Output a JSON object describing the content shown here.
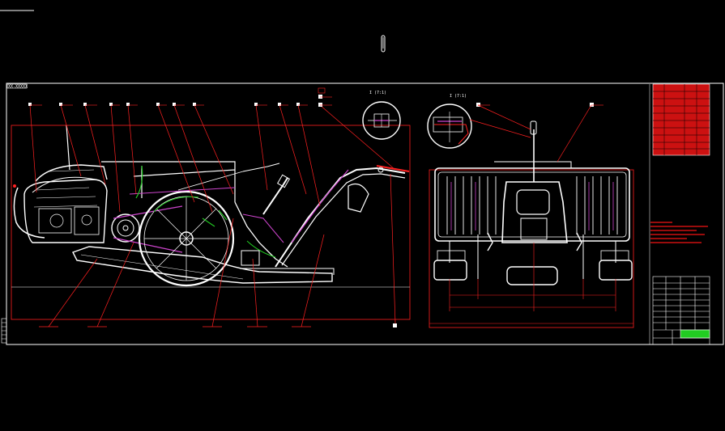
{
  "drawing": {
    "background": "#000000",
    "colors": {
      "outline": "#ffffff",
      "leader": "#ff2020",
      "hidden": "#cc44cc",
      "green": "#22cc22",
      "title_block_fill": "#cc1111"
    },
    "frame_stamp": "XX-XXXXX",
    "detail_views": [
      {
        "label": "I  (7:1)"
      },
      {
        "label": "I  (7:1)"
      }
    ],
    "icons": [
      "callout-tag-icon",
      "balloon-icon",
      "gear-icon",
      "wheel-icon",
      "handle-icon"
    ]
  }
}
